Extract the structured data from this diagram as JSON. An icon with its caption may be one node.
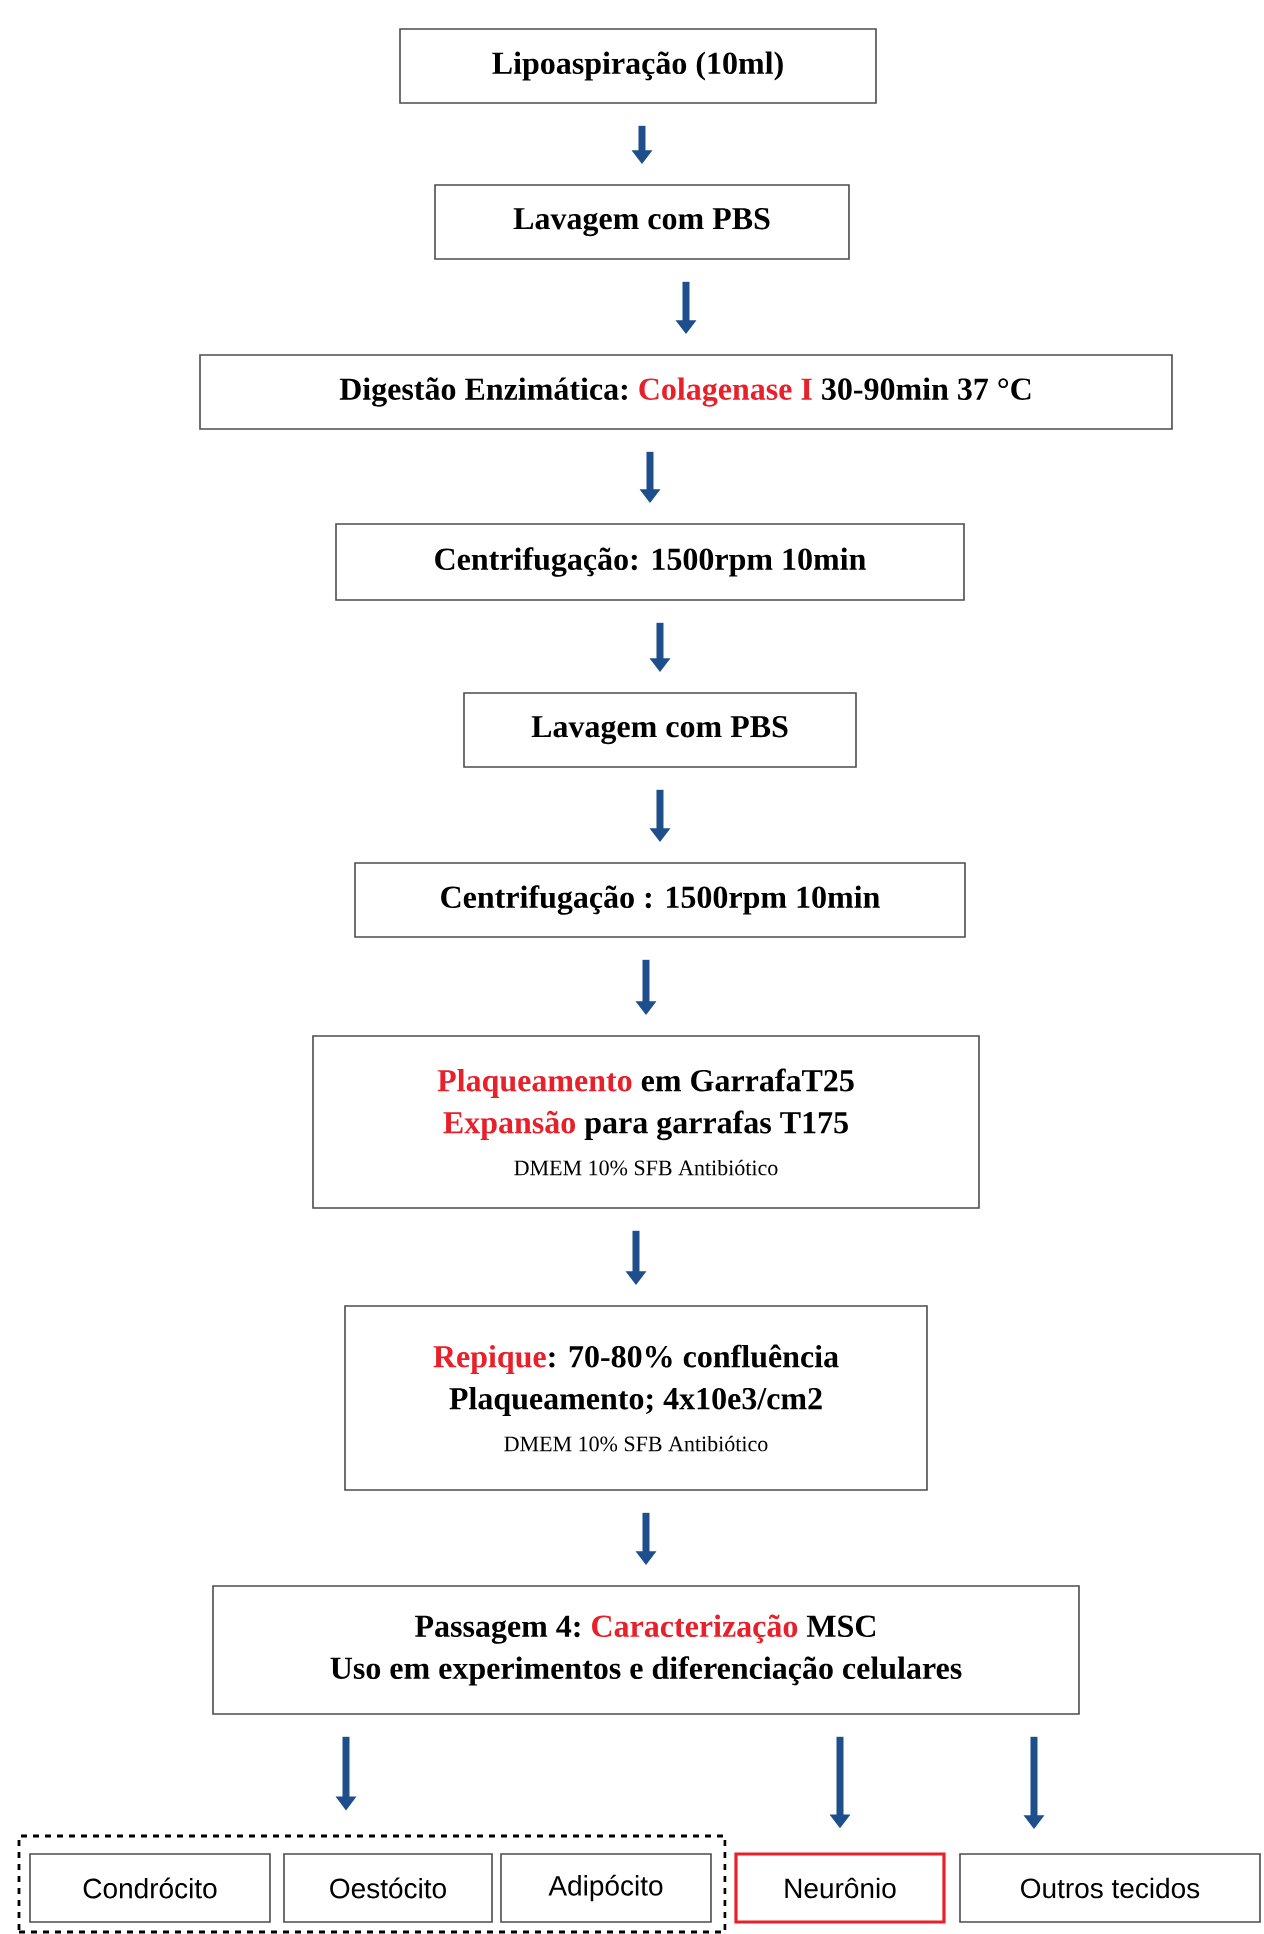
{
  "diagram": {
    "nodes": [
      {
        "text": [
          "Lipoaspiração (10ml)"
        ]
      },
      {
        "text": [
          "Lavagem com PBS"
        ]
      },
      {
        "text": [
          "Digestão Enzimática:",
          "Colagenase I",
          "30-90min 37 °C"
        ]
      },
      {
        "text": [
          "Centrifugação: 1500rpm 10min"
        ]
      },
      {
        "text": [
          "Lavagem com PBS"
        ]
      },
      {
        "text": [
          "Centrifugação : 1500rpm 10min"
        ]
      },
      {
        "text": [
          "Plaqueamento",
          "em GarrafaT25",
          "Expansão",
          "para garrafas T175",
          "DMEM 10% SFB Antibiótico"
        ]
      },
      {
        "text": [
          "Repique",
          ": 70-80% confluência",
          "Plaqueamento; 4x10e3/cm2",
          "DMEM 10% SFB Antibiótico"
        ]
      },
      {
        "text": [
          "Passagem 4:",
          "Caracterização",
          "MSC",
          "Uso em experimentos e diferenciação celulares"
        ]
      },
      {
        "text": [],
        "shape": "box"
      },
      {
        "text": [
          "Condrócito"
        ],
        "in": 9
      },
      {
        "text": [
          "Oestócito"
        ],
        "in": 9
      },
      {
        "text": [
          "Adipócito"
        ],
        "in": 9
      },
      {
        "text": [
          "Neurônio"
        ]
      },
      {
        "text": [
          "Outros tecidos"
        ]
      }
    ],
    "edges": [
      {
        "from": 0,
        "to": 1,
        "arrow": "to"
      },
      {
        "from": 1,
        "to": 2,
        "arrow": "to"
      },
      {
        "from": 2,
        "to": 3,
        "arrow": "to"
      },
      {
        "from": 3,
        "to": 4,
        "arrow": "to"
      },
      {
        "from": 4,
        "to": 5,
        "arrow": "to"
      },
      {
        "from": 5,
        "to": 6,
        "arrow": "to"
      },
      {
        "from": 6,
        "to": 7,
        "arrow": "to"
      },
      {
        "from": 7,
        "to": 8,
        "arrow": "to"
      },
      {
        "from": 8,
        "to": 9,
        "arrow": "to"
      },
      {
        "from": 8,
        "to": 13,
        "arrow": "to"
      },
      {
        "from": 8,
        "to": 14,
        "arrow": "to"
      }
    ]
  }
}
